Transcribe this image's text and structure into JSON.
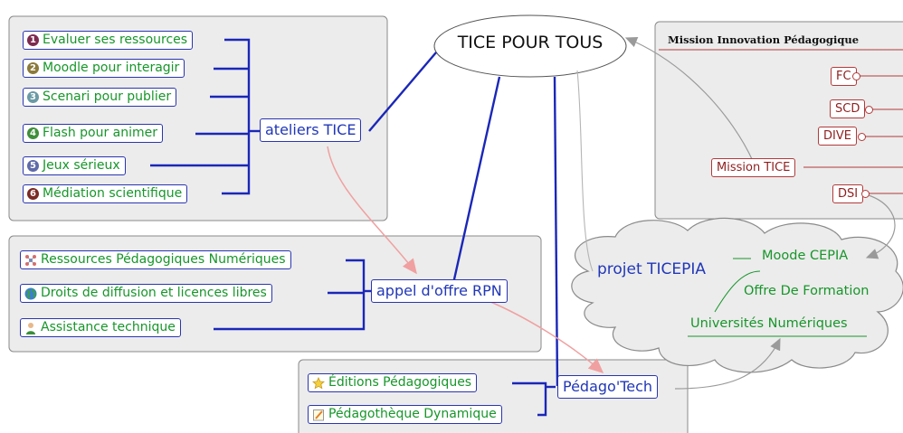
{
  "central": {
    "label": "TICE POUR TOUS"
  },
  "ateliers": {
    "hub": "ateliers TICE",
    "items": [
      {
        "num": "1",
        "color": "#7d2a4f",
        "label": "Evaluer ses ressources"
      },
      {
        "num": "2",
        "color": "#8b7a3a",
        "label": "Moodle pour interagir"
      },
      {
        "num": "3",
        "color": "#6a9aa6",
        "label": "Scenari pour publier"
      },
      {
        "num": "4",
        "color": "#3f8f3a",
        "label": "Flash pour animer"
      },
      {
        "num": "5",
        "color": "#5f6aa8",
        "label": "Jeux sérieux"
      },
      {
        "num": "6",
        "color": "#7a2a24",
        "label": "Médiation scientifique"
      }
    ]
  },
  "rpn": {
    "hub": "appel d'offre RPN",
    "items": [
      {
        "icon": "network-icon",
        "label": "Ressources Pédagogiques Numériques"
      },
      {
        "icon": "globe-icon",
        "label": "Droits de diffusion et licences libres"
      },
      {
        "icon": "person-icon",
        "label": "Assistance technique"
      }
    ]
  },
  "pedagotech": {
    "hub": "Pédago'Tech",
    "items": [
      {
        "icon": "star-icon",
        "label": "Éditions Pédagogiques"
      },
      {
        "icon": "notepad-icon",
        "label": "Pédagothèque Dynamique"
      }
    ]
  },
  "mission": {
    "title": "Mission Innovation Pédagogique",
    "items": [
      "FC",
      "SCD",
      "DIVE",
      "Mission TICE",
      "DSI"
    ]
  },
  "cloud": {
    "title": "projet TICEPIA",
    "items": [
      "Moode CEPIA",
      "Offre De Formation",
      "Universités Numériques"
    ]
  },
  "colors": {
    "blue_line": "#1a27b8",
    "red_line": "#b23a3a",
    "green_text": "#17962a",
    "pink_arrow": "#f08a8a",
    "grey_arrow": "#9a9a9a"
  }
}
